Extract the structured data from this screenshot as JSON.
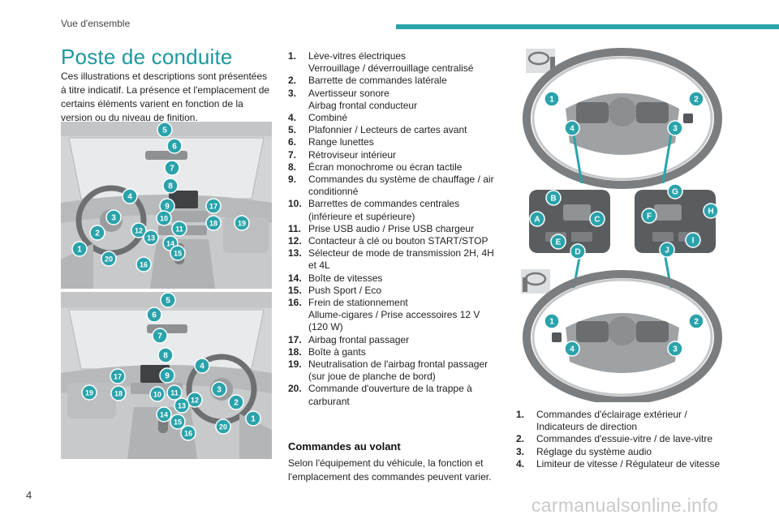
{
  "header": {
    "section": "Vue d'ensemble"
  },
  "page": {
    "title": "Poste de conduite",
    "number": "4"
  },
  "intro": "Ces illustrations et descriptions sont présentées à titre indicatif. La présence et l'emplacement de certains éléments varient en fonction de la version ou du niveau de finition.",
  "cockpit_items": [
    {
      "n": "1.",
      "lines": [
        "Lève-vitres électriques",
        "Verrouillage / déverrouillage centralisé"
      ]
    },
    {
      "n": "2.",
      "lines": [
        "Barrette de commandes latérale"
      ]
    },
    {
      "n": "3.",
      "lines": [
        "Avertisseur sonore",
        "Airbag frontal conducteur"
      ]
    },
    {
      "n": "4.",
      "lines": [
        "Combiné"
      ]
    },
    {
      "n": "5.",
      "lines": [
        "Plafonnier / Lecteurs de cartes avant"
      ]
    },
    {
      "n": "6.",
      "lines": [
        "Range lunettes"
      ]
    },
    {
      "n": "7.",
      "lines": [
        "Rétroviseur intérieur"
      ]
    },
    {
      "n": "8.",
      "lines": [
        "Écran monochrome ou écran tactile"
      ]
    },
    {
      "n": "9.",
      "lines": [
        "Commandes du système de chauffage / air",
        "conditionné"
      ]
    },
    {
      "n": "10.",
      "lines": [
        "Barrettes de commandes centrales",
        "(inférieure et supérieure)"
      ]
    },
    {
      "n": "11.",
      "lines": [
        "Prise USB audio / Prise USB chargeur"
      ]
    },
    {
      "n": "12.",
      "lines": [
        "Contacteur à clé ou bouton START/STOP"
      ]
    },
    {
      "n": "13.",
      "lines": [
        "Sélecteur de mode de transmission 2H, 4H",
        "et 4L"
      ]
    },
    {
      "n": "14.",
      "lines": [
        "Boîte de vitesses"
      ]
    },
    {
      "n": "15.",
      "lines": [
        "Push Sport / Eco"
      ]
    },
    {
      "n": "16.",
      "lines": [
        "Frein de stationnement",
        "Allume-cigares / Prise accessoires 12 V",
        "(120 W)"
      ]
    },
    {
      "n": "17.",
      "lines": [
        "Airbag frontal passager"
      ]
    },
    {
      "n": "18.",
      "lines": [
        "Boîte à gants"
      ]
    },
    {
      "n": "19.",
      "lines": [
        "Neutralisation de l'airbag frontal passager",
        "(sur joue de planche de bord)"
      ]
    },
    {
      "n": "20.",
      "lines": [
        "Commande d'ouverture de la trappe à",
        "carburant"
      ]
    }
  ],
  "steering": {
    "heading": "Commandes au volant",
    "text": "Selon l'équipement du véhicule, la fonction et l'emplacement des commandes peuvent varier.",
    "items": [
      {
        "n": "1.",
        "lines": [
          "Commandes d'éclairage extérieur /",
          "Indicateurs de direction"
        ]
      },
      {
        "n": "2.",
        "lines": [
          "Commandes d'essuie-vitre / de lave-vitre"
        ]
      },
      {
        "n": "3.",
        "lines": [
          "Réglage du système audio"
        ]
      },
      {
        "n": "4.",
        "lines": [
          "Limiteur de vitesse / Régulateur de vitesse"
        ]
      }
    ]
  },
  "callouts": {
    "lhd": [
      "1",
      "2",
      "3",
      "4",
      "5",
      "6",
      "7",
      "8",
      "9",
      "10",
      "11",
      "12",
      "13",
      "14",
      "15",
      "16",
      "17",
      "18",
      "19",
      "20"
    ],
    "rhd": [
      "1",
      "2",
      "3",
      "4",
      "5",
      "6",
      "7",
      "8",
      "9",
      "10",
      "11",
      "12",
      "13",
      "14",
      "15",
      "16",
      "17",
      "18",
      "19",
      "20"
    ],
    "wheel_top": [
      "1",
      "2",
      "3",
      "4"
    ],
    "wheel_bottom": [
      "1",
      "2",
      "3",
      "4"
    ],
    "left_pad": [
      "A",
      "B",
      "C",
      "D",
      "E"
    ],
    "right_pad": [
      "F",
      "G",
      "H",
      "I",
      "J"
    ]
  },
  "colors": {
    "accent": "#1d97a0",
    "bar": "#2aa3ab",
    "callout": "#2aa3ab"
  },
  "watermark": "carmanualsonline.info"
}
